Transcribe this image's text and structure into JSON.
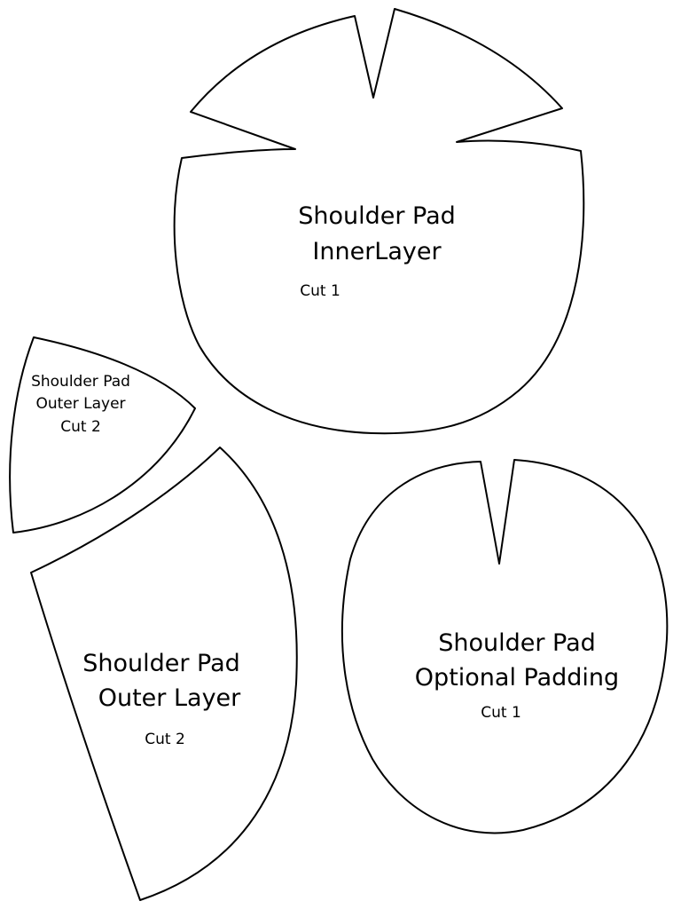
{
  "colors": {
    "background": "#ffffff",
    "outline": "#000000",
    "text": "#000000"
  },
  "pieces": {
    "inner_layer": {
      "name_line1": "Shoulder Pad",
      "name_line2": "InnerLayer",
      "cut": "Cut 1"
    },
    "outer_layer_small": {
      "name_line1": "Shoulder Pad",
      "name_line2": "Outer Layer",
      "cut": "Cut 2"
    },
    "outer_layer_large": {
      "name_line1": "Shoulder Pad",
      "name_line2": "Outer Layer",
      "cut": "Cut 2"
    },
    "optional_padding": {
      "name_line1": "Shoulder Pad",
      "name_line2": "Optional Padding",
      "cut": "Cut 1"
    }
  }
}
